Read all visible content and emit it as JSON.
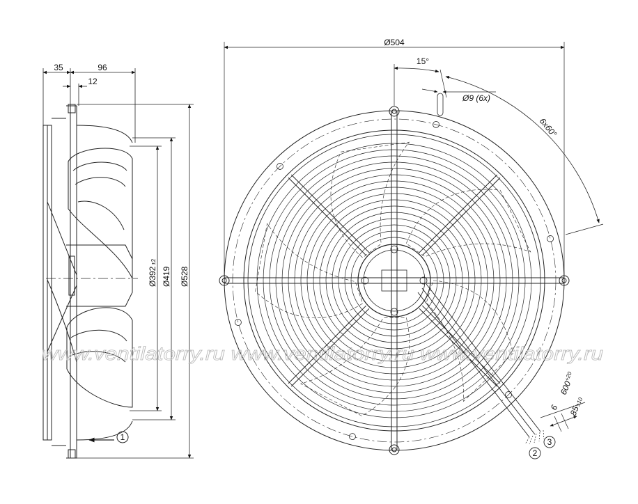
{
  "dimensions": {
    "side_width_front": "35",
    "side_width_total": "96",
    "side_small": "12",
    "diam_392": "Ø392",
    "diam_392_tol": "±2",
    "diam_419": "Ø419",
    "diam_528": "Ø528",
    "diam_504": "Ø504",
    "angle_15": "15°",
    "hole_label": "Ø9 (6x)",
    "angle_6x60": "6x60°",
    "cable_600": "600",
    "cable_600_tol": "+20",
    "cable_85": "85",
    "cable_85_tol": "±10",
    "cable_6": "6"
  },
  "callouts": {
    "airflow": "1",
    "cable_marker_2": "2",
    "cable_marker_3": "3"
  },
  "watermark": "www.ventilatorry.ru  www.ventilatorry.ru  www.ventilatorry.ru"
}
